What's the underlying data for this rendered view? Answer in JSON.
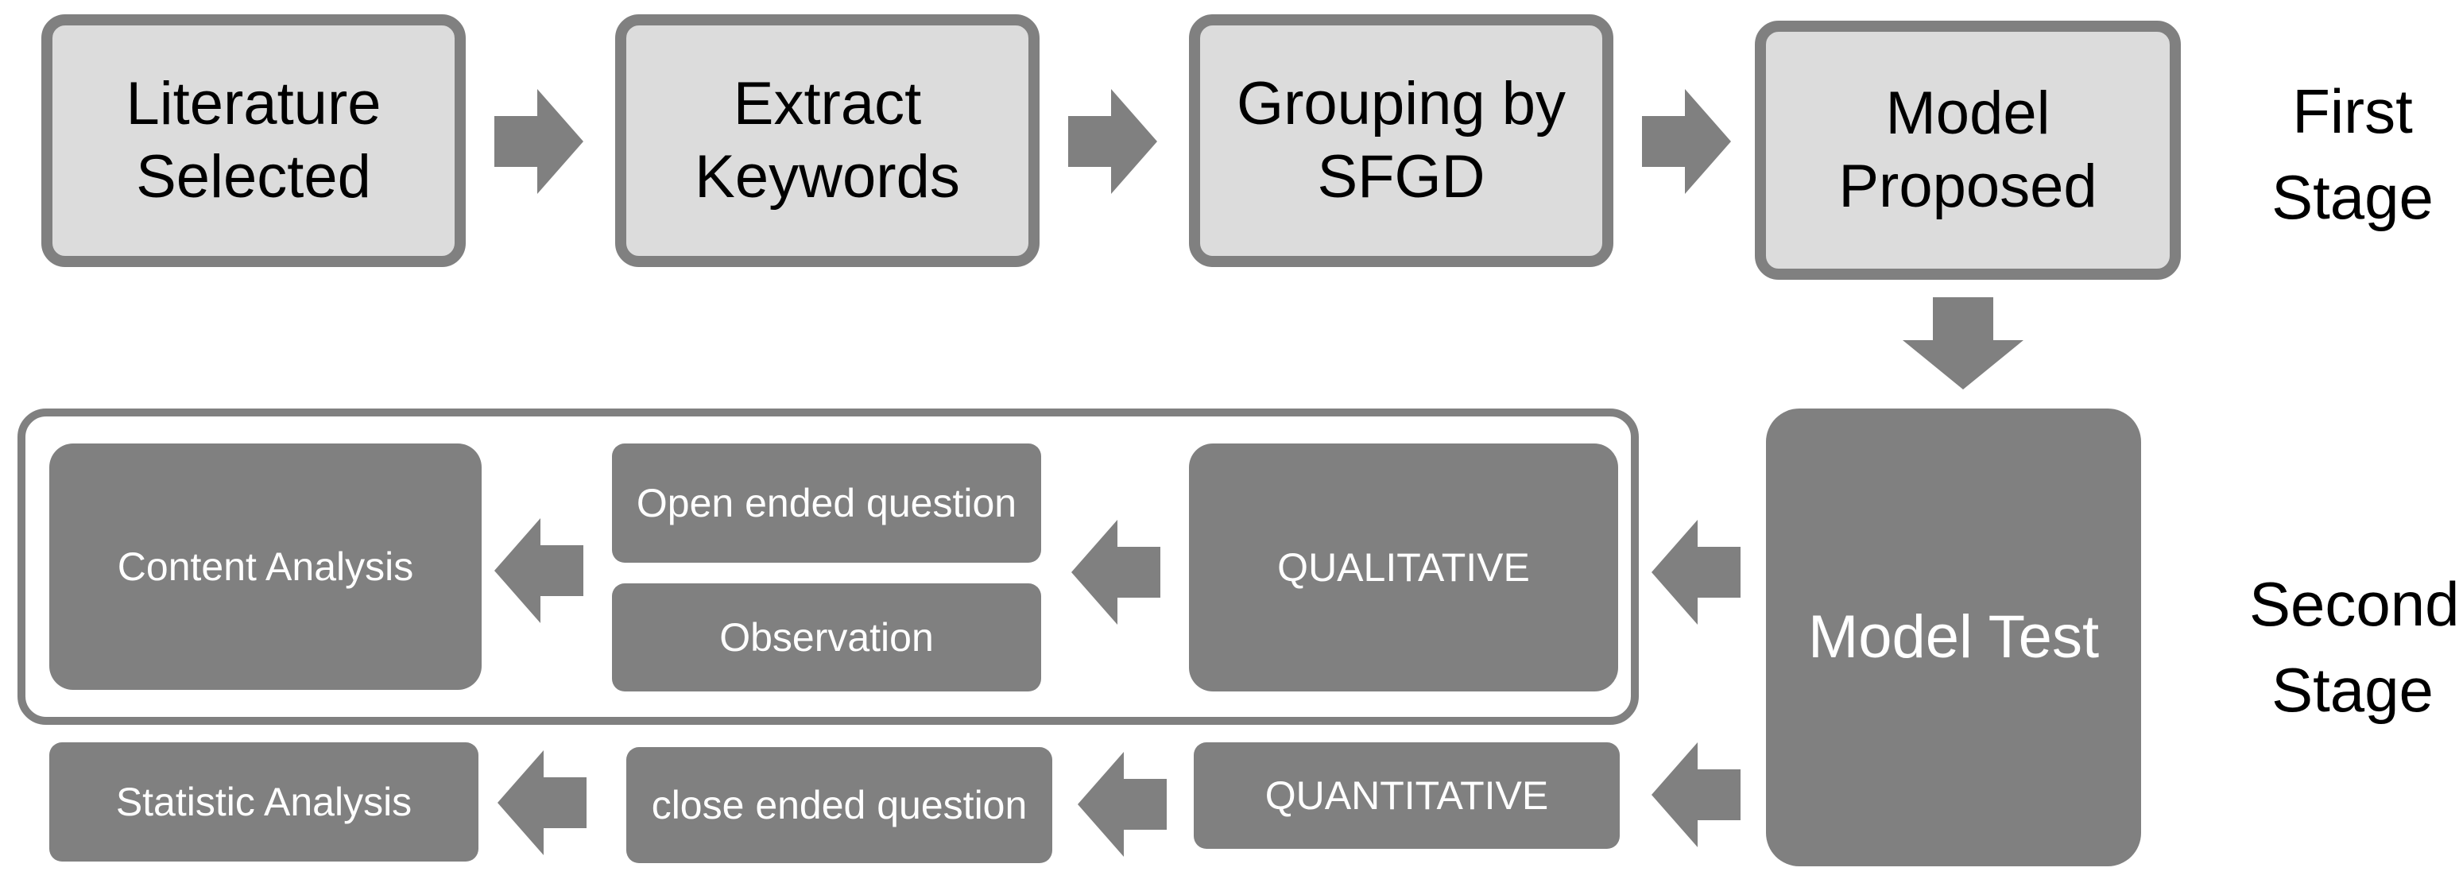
{
  "colors": {
    "box_fill_light": "#dcdcdc",
    "box_border": "#808080",
    "box_fill_dark": "#808080",
    "text_dark": "#000000",
    "text_light": "#ffffff",
    "arrow": "#808080"
  },
  "first_stage": {
    "label_line1": "First",
    "label_line2": "Stage",
    "boxes": [
      {
        "line1": "Literature",
        "line2": "Selected"
      },
      {
        "line1": "Extract",
        "line2": "Keywords"
      },
      {
        "line1": "Grouping by",
        "line2": "SFGD"
      },
      {
        "line1": "Model",
        "line2": "Proposed"
      }
    ]
  },
  "second_stage": {
    "label_line1": "Second",
    "label_line2": "Stage",
    "model_test": "Model Test",
    "qualitative": "QUALITATIVE",
    "open_ended": "Open ended question",
    "observation": "Observation",
    "content_analysis": "Content Analysis",
    "quantitative": "QUANTITATIVE",
    "close_ended": "close ended question",
    "statistic_analysis": "Statistic Analysis"
  },
  "icons": {
    "right": "arrow-right-icon",
    "down": "arrow-down-icon",
    "left": "arrow-left-icon"
  }
}
